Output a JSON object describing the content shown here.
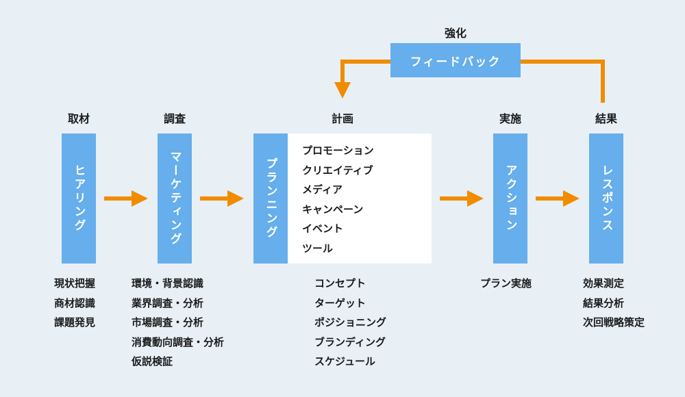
{
  "feedback": {
    "heading": "強化",
    "box_label": "フィードバック"
  },
  "colors": {
    "bar": "#66aeec",
    "arrow": "#f08c00",
    "background": "#e8f0f6"
  },
  "stages": [
    {
      "heading": "取材",
      "bar_label": "ヒアリング",
      "items": [
        "現状把握",
        "商材認識",
        "課題発見"
      ]
    },
    {
      "heading": "調査",
      "bar_label": "マーケティング",
      "items": [
        "環境・背景認識",
        "業界調査・分析",
        "市場調査・分析",
        "消費動向調査・分析",
        "仮説検証"
      ]
    },
    {
      "heading": "計画",
      "bar_label": "プランニング",
      "panel_items": [
        "プロモーション",
        "クリエイティブ",
        "メディア",
        "キャンペーン",
        "イベント",
        "ツール"
      ],
      "items": [
        "コンセプト",
        "ターゲット",
        "ポジショニング",
        "ブランディング",
        "スケジュール"
      ]
    },
    {
      "heading": "実施",
      "bar_label": "アクション",
      "items": [
        "プラン実施"
      ]
    },
    {
      "heading": "結果",
      "bar_label": "レスポンス",
      "items": [
        "効果測定",
        "結果分析",
        "次回戦略策定"
      ]
    }
  ]
}
